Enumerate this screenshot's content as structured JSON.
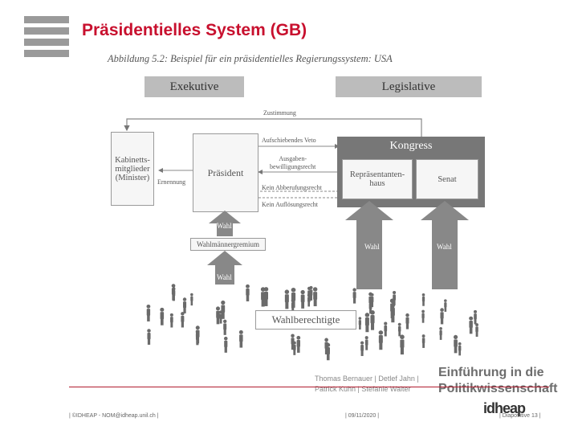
{
  "slide": {
    "title": "Präsidentielles System (GB)",
    "logo_icon": "menu-bars-logo"
  },
  "figure": {
    "caption": "Abbildung 5.2: Beispiel für ein präsidentielles Regierungssystem: USA",
    "exekutive": "Exekutive",
    "legislative": "Legislative",
    "zustimmung": "Zustimmung",
    "kabinett": "Kabinetts-\nmitglieder\n(Minister)",
    "ernennung": "Ernennung",
    "praesident": "Präsident",
    "veto": "Aufschiebendes Veto",
    "ausgaben": "Ausgaben-\nbewilligungsrecht",
    "abberufung": "Kein Abberufungsrecht",
    "aufloesung": "Kein Auflösungsrecht",
    "kongress": "Kongress",
    "repraesentantenhaus": "Repräsentanten-\nhaus",
    "senat": "Senat",
    "wahl_upper": "Wahl",
    "wahlmaennergremium": "Wahlmännergremium",
    "wahl_lower": "Wahl",
    "wahl_repr": "Wahl",
    "wahl_senat": "Wahl",
    "wahlberechtigte": "Wahlberechtigte",
    "authors_line1": "Thomas Bernauer | Detlef Jahn |",
    "authors_line2": "Patrick Kuhn | Stefanie Walter",
    "book_line1": "Einführung in die",
    "book_line2": "Politikwissenschaft"
  },
  "footer": {
    "left": "| ©IDHEAP - NOM@idheap.unil.ch |",
    "center": "| 09/11/2020 |",
    "right": "| Diapositive 13 |",
    "logo_text": "idheap"
  }
}
